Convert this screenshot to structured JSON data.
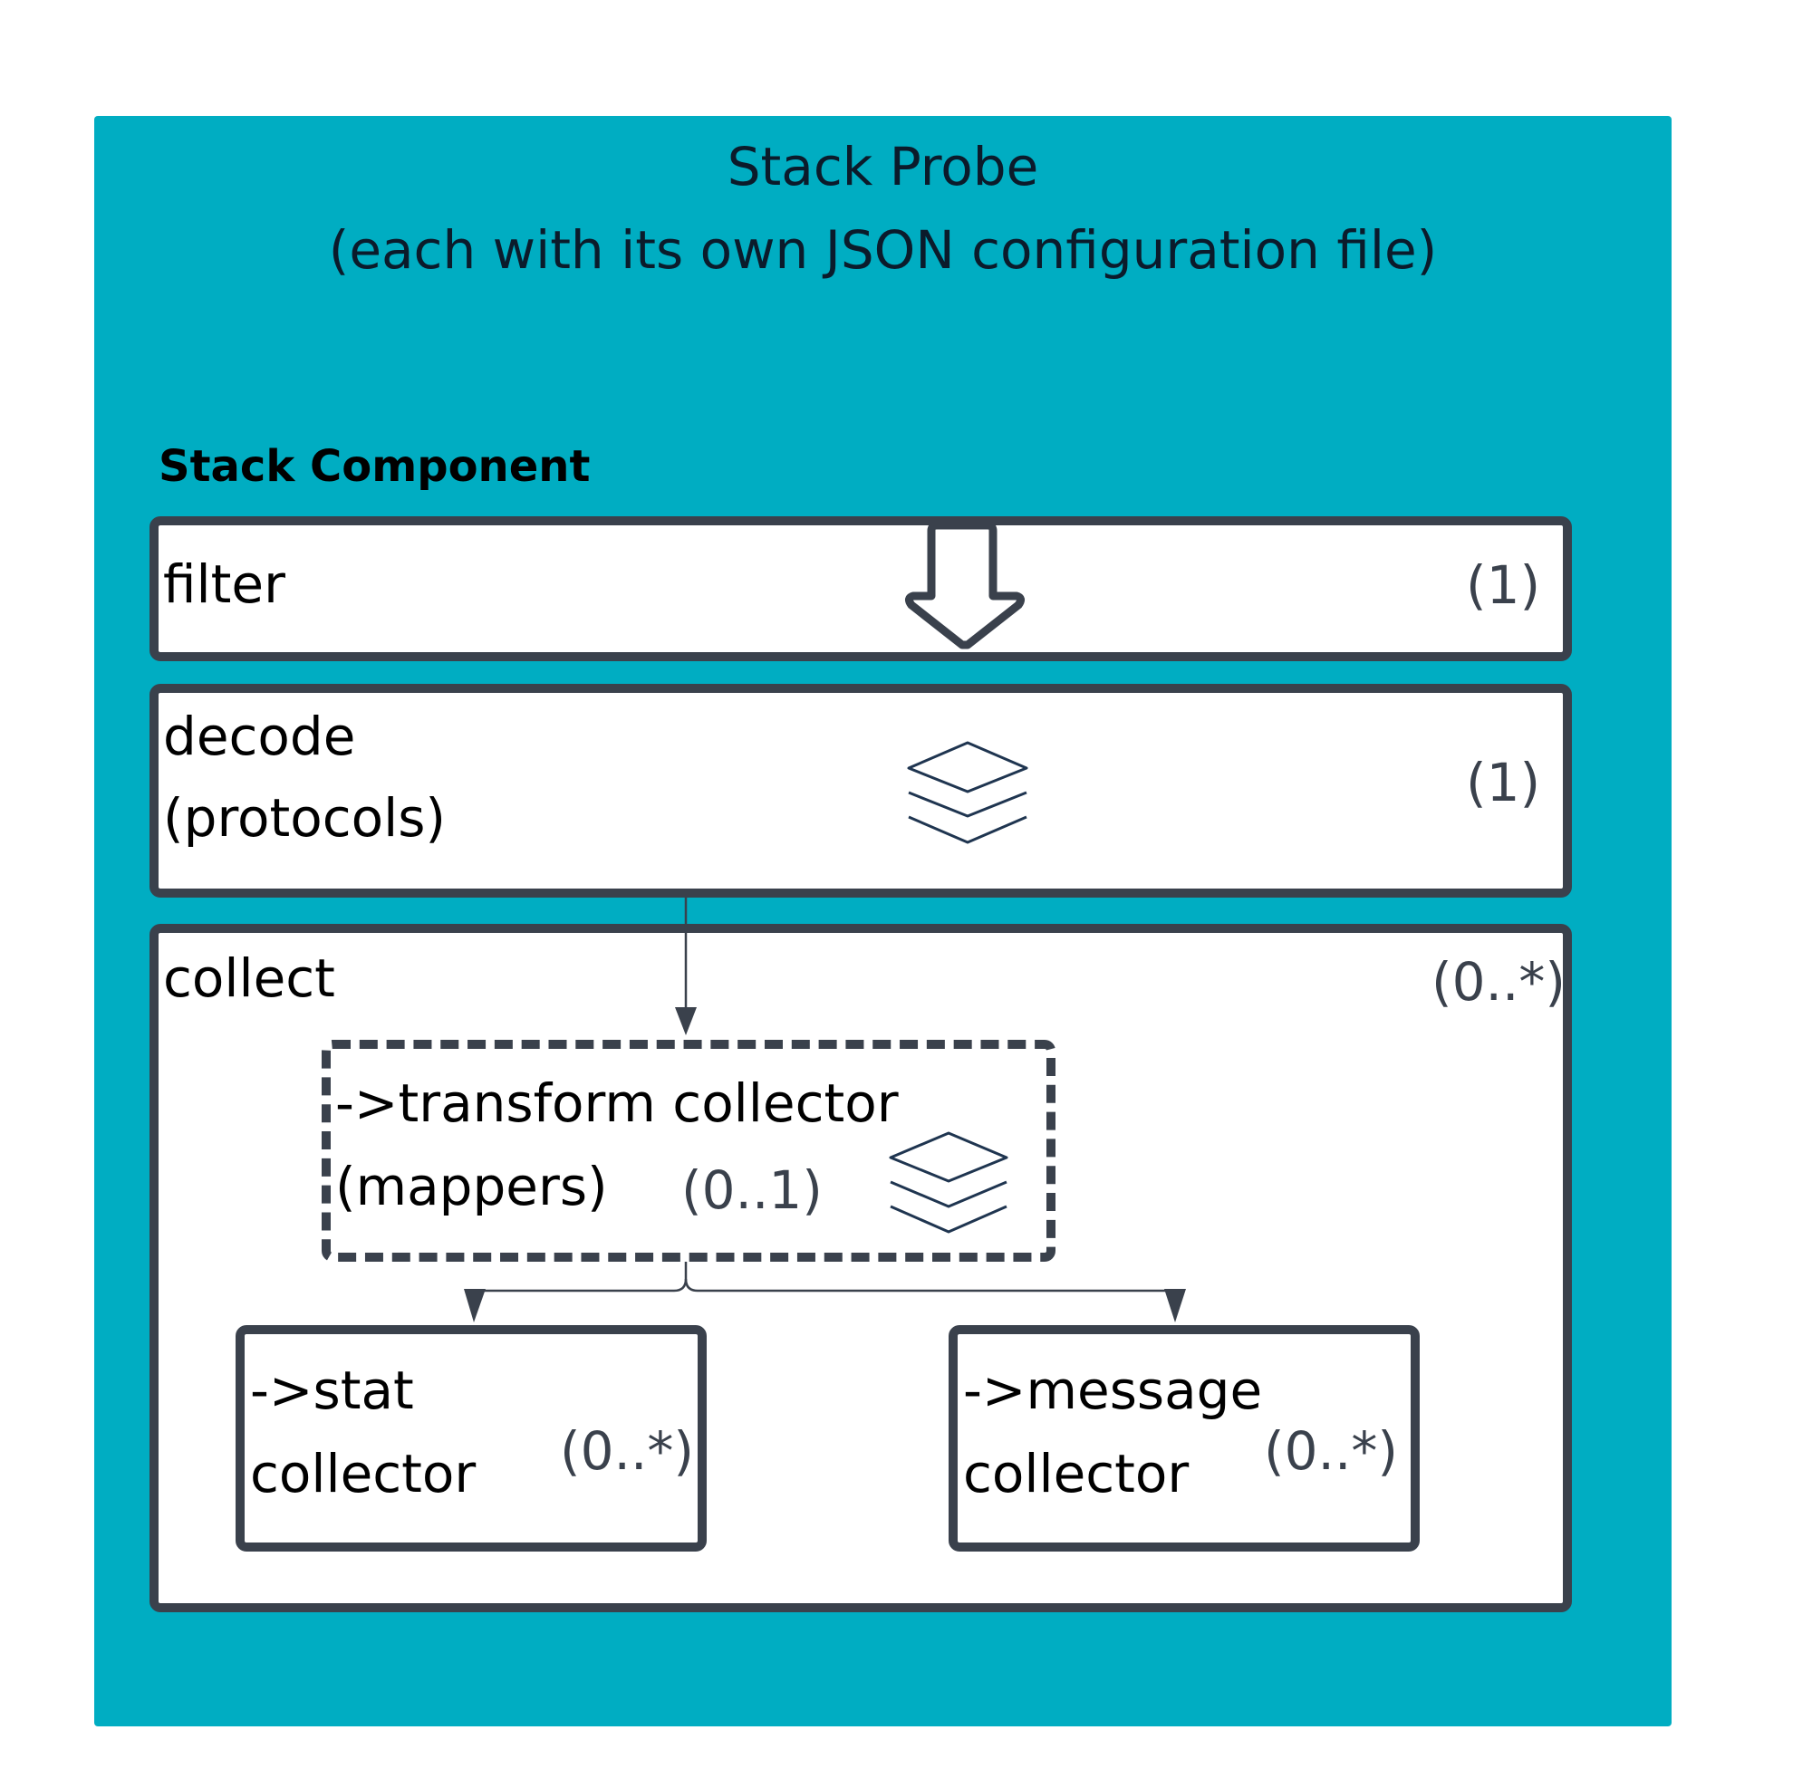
{
  "probe": {
    "title_line1": "Stack Probe",
    "title_line2": "(each with its own JSON configuration file)",
    "background": "#00adc2"
  },
  "component": {
    "label": "Stack Component"
  },
  "filter": {
    "label": "filter",
    "multiplicity": "(1)",
    "icon": "down-arrow-icon"
  },
  "decode": {
    "label_line1": "decode",
    "label_line2": "(protocols)",
    "multiplicity": "(1)",
    "icon": "layers-icon"
  },
  "collect": {
    "label": "collect",
    "multiplicity": "(0..*)"
  },
  "transform": {
    "label_line1": "->transform collector",
    "label_line2": "(mappers)",
    "multiplicity": "(0..1)",
    "icon": "layers-icon"
  },
  "stat": {
    "label_line1": "->stat",
    "label_line2": "collector",
    "multiplicity": "(0..*)"
  },
  "message": {
    "label_line1": "->message",
    "label_line2": "collector",
    "multiplicity": "(0..*)"
  },
  "colors": {
    "border": "#3a414c",
    "text": "#000000"
  }
}
